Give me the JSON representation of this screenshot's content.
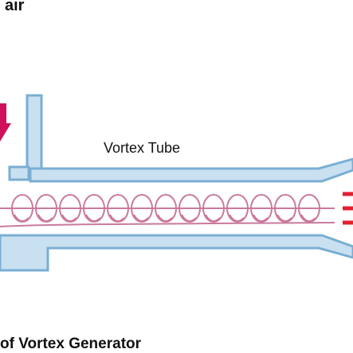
{
  "labels": {
    "air": "air",
    "vortex_tube": "Vortex Tube",
    "vortex_generator": "of Vortex Generator"
  },
  "colors": {
    "tube_fill": "#c9e0f1",
    "tube_stroke": "#7aaed3",
    "swirl": "#c97a9c",
    "hot_arrow": "#d0105b",
    "exit_dash": "#e02030"
  }
}
